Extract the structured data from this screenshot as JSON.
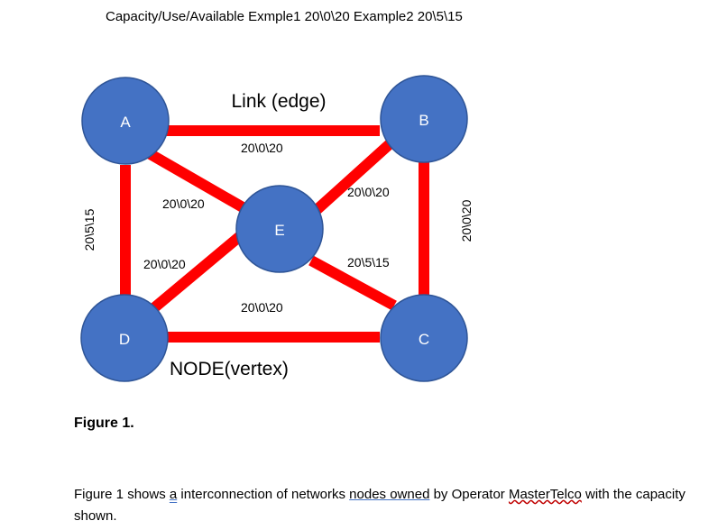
{
  "header": {
    "text": "Capacity/Use/Available   Exmple1 20\\0\\20    Example2 20\\5\\15"
  },
  "diagram": {
    "link_label": "Link (edge)",
    "node_label": "NODE(vertex)",
    "colors": {
      "node_fill": "#4472c4",
      "node_stroke": "#2f5597",
      "edge": "#ff0000"
    },
    "nodes": [
      {
        "id": "A",
        "label": "A"
      },
      {
        "id": "B",
        "label": "B"
      },
      {
        "id": "C",
        "label": "C"
      },
      {
        "id": "D",
        "label": "D"
      },
      {
        "id": "E",
        "label": "E"
      }
    ],
    "edges": [
      {
        "from": "A",
        "to": "B",
        "label": "20\\0\\20"
      },
      {
        "from": "A",
        "to": "E",
        "label": "20\\0\\20"
      },
      {
        "from": "B",
        "to": "E",
        "label": "20\\0\\20"
      },
      {
        "from": "D",
        "to": "E",
        "label": "20\\0\\20"
      },
      {
        "from": "E",
        "to": "C",
        "label": "20\\5\\15"
      },
      {
        "from": "D",
        "to": "C",
        "label": "20\\0\\20"
      },
      {
        "from": "A",
        "to": "D",
        "label": "20\\5\\15"
      },
      {
        "from": "B",
        "to": "C",
        "label": "20\\0\\20"
      }
    ]
  },
  "figure_label": "Figure 1.",
  "caption": {
    "part1": "Figure 1 shows ",
    "part2": "a",
    "part3": "  interconnection of networks ",
    "part4": "nodes  owned",
    "part5": " by Operator ",
    "part6": "MasterTelco",
    "part7": "  with the capacity   shown."
  }
}
